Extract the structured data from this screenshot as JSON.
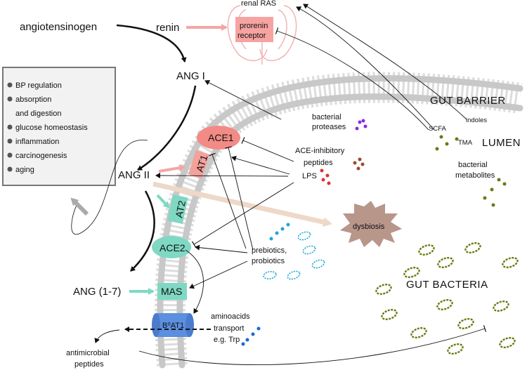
{
  "pathway": {
    "angiotensinogen": "angiotensinogen",
    "renin": "renin",
    "ang1": "ANG I",
    "ang2": "ANG II",
    "ang17": "ANG (1-7)"
  },
  "kidney": {
    "renal_ras": "renal RAS",
    "prorenin_receptor_1": "prorenin",
    "prorenin_receptor_2": "receptor"
  },
  "receptors": {
    "ace1": "ACE1",
    "at1": "AT1",
    "at2": "AT2",
    "ace2": "ACE2",
    "mas": "MAS",
    "b0at1": "B⁰AT1"
  },
  "functions_box": {
    "items": [
      "BP regulation",
      "absorption",
      "and digestion",
      "glucose homeostasis",
      "inflammation",
      "carcinogenesis",
      "aging"
    ]
  },
  "regions": {
    "gut_barrier": "GUT BARRIER",
    "lumen": "LUMEN",
    "gut_bacteria": "GUT BACTERIA",
    "dysbiosis": "dysbiosis"
  },
  "factors": {
    "bacterial_proteases_1": "bacterial",
    "bacterial_proteases_2": "proteases",
    "ace_inhibitory_1": "ACE-inhibitory",
    "ace_inhibitory_2": "peptides",
    "lps": "LPS",
    "prebiotics": "prebiotics,",
    "probiotics": "probiotics",
    "scfa": "SCFA",
    "indoles": "indoles",
    "tma": "TMA",
    "bacterial_metabolites_1": "bacterial",
    "bacterial_metabolites_2": "metabolites",
    "aminoacids_1": "aminoacids",
    "aminoacids_2": "transport",
    "aminoacids_3": "e.g. Trp",
    "antimicrobial_1": "antimicrobial",
    "antimicrobial_2": "peptides"
  },
  "colors": {
    "ace1": "#f28b86",
    "at1": "#f4a09b",
    "teal": "#7fd8c4",
    "blue_channel": "#5b8fe0",
    "dysbiosis": "#b8968a",
    "bacteria": "#6b7a12",
    "cyan": "#1aa7d6",
    "pink_arrow": "#f4a6a6"
  }
}
